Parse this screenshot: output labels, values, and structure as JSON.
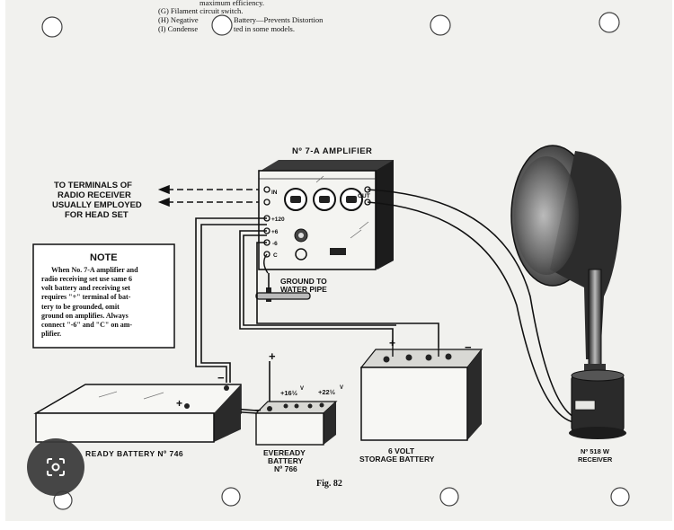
{
  "top_list": [
    "maximum efficiency.",
    "(G)   Filament circuit switch.",
    "(H)   Negative",
    "Battery—Prevents Distortion",
    "(I)   Condense",
    "ted in some models."
  ],
  "amplifier_title": "Nº 7-A AMPLIFIER",
  "terminal_note": [
    "TO TERMINALS OF",
    "RADIO RECEIVER",
    "USUALLY EMPLOYED",
    "FOR HEAD SET"
  ],
  "amp_labels": {
    "in": "IN",
    "out": "OUT",
    "plus120": "+120",
    "plus6": "+6",
    "minus6": "-6",
    "c": "C"
  },
  "ground": [
    "GROUND TO",
    "WATER PIPE"
  ],
  "note": {
    "title": "NOTE",
    "lines": [
      "When No. 7-A amplifier and",
      "radio receiving set use same 6",
      "volt battery and receiving set",
      "requires \"+\" terminal of bat-",
      "tery to be grounded, omit",
      "ground on amplifies. Always",
      "connect \"-6\" and \"C\" on am-",
      "plifier."
    ]
  },
  "battery746": "READY BATTERY Nº 746",
  "battery766": {
    "line1": "EVEREADY",
    "line2": "BATTERY",
    "line3": "Nº 766",
    "tap1": "+16½",
    "tap2": "+22½"
  },
  "storage": {
    "line1": "6 VOLT",
    "line2": "STORAGE BATTERY"
  },
  "receiver": {
    "line1": "Nº 518 W",
    "line2": "RECEIVER"
  },
  "signs": {
    "plus": "+",
    "minus": "−",
    "v": "V"
  },
  "figure": "Fig. 82",
  "icons": [
    "image-search-icon",
    "binder-hole-icon"
  ]
}
